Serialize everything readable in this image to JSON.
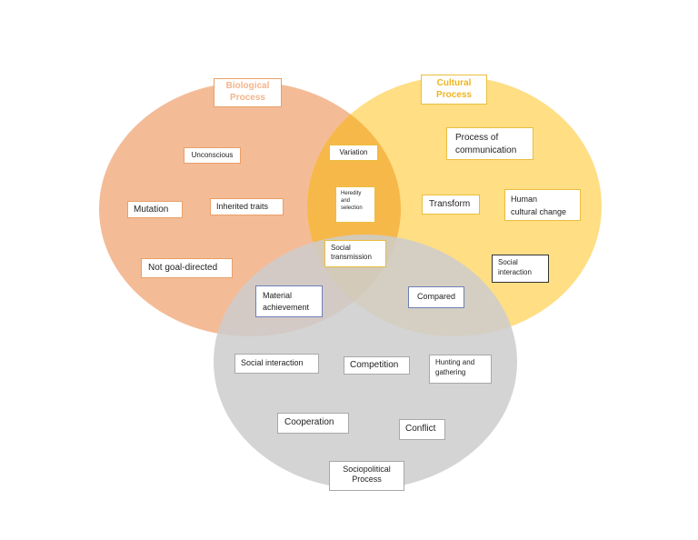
{
  "colors": {
    "biological": "#F4BB97",
    "cultural": "#FFDE84",
    "sociopolitical": "#CCCCCC",
    "bio_cult_overlap": "#F7B84A",
    "label_border_orange": "#E8A068",
    "label_border_yellow": "#E9BE3E",
    "label_border_blue": "#6E7FB8"
  },
  "titles": {
    "biological": "Biological\nProcess",
    "cultural": "Cultural\nProcess",
    "sociopolitical": "Sociopolitical\nProcess"
  },
  "labels": {
    "unconscious": "Unconscious",
    "mutation": "Mutation",
    "inherited_traits": "Inherited traits",
    "not_goal_directed": "Not goal-directed",
    "variation": "Variation",
    "heredity_selection": "Heredity\nand\nselection",
    "social_transmission": "Social\ntransmission",
    "material_achievement": "Material\nachievement",
    "process_of_communication": "Process of\ncommunication",
    "transform": "Transform",
    "human_cultural_change": "Human\ncultural change",
    "social_interaction_cultural": "Social\ninteraction",
    "compared": "Compared",
    "social_interaction": "Social interaction",
    "competition": "Competition",
    "hunting_gathering": "Hunting and\ngathering",
    "cooperation": "Cooperation",
    "conflict": "Conflict"
  }
}
